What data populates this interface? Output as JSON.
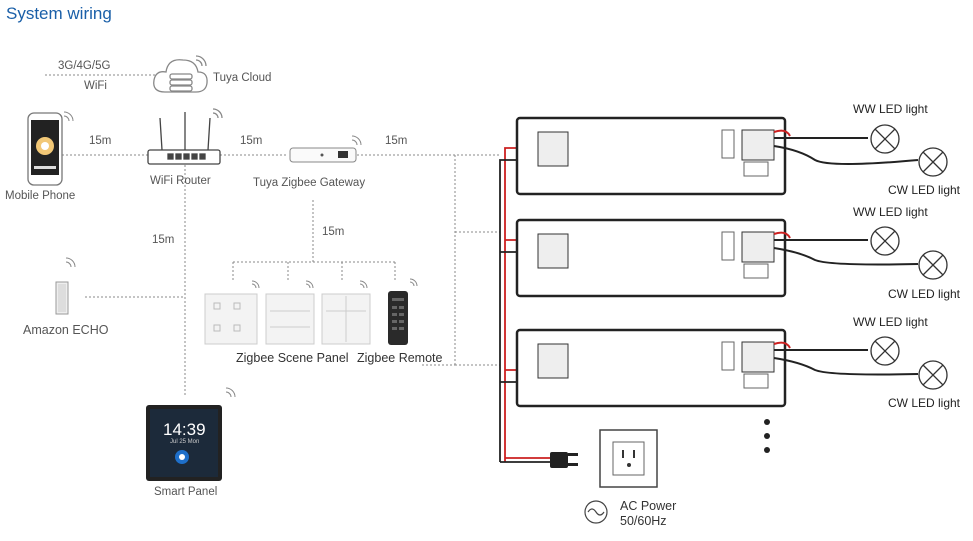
{
  "title": "System wiring",
  "labels": {
    "network": "3G/4G/5G",
    "wifi": "WiFi",
    "cloud": "Tuya Cloud",
    "phone": "Mobile Phone",
    "router": "WiFi Router",
    "gateway": "Tuya Zigbee Gateway",
    "echo": "Amazon ECHO",
    "scene_panel": "Zigbee Scene Panel",
    "remote": "Zigbee Remote",
    "smart_panel": "Smart Panel",
    "ac_power_line1": "AC Power",
    "ac_power_line2": "50/60Hz",
    "ww_light": "WW LED light",
    "cw_light": "CW LED light"
  },
  "distances": {
    "phone_router": "15m",
    "router_gateway": "15m",
    "gateway_drivers": "15m",
    "gateway_panels": "15m",
    "router_panel": "15m"
  },
  "smart_panel_screen": {
    "time": "14:39",
    "date": "Jul 25 Mon"
  },
  "colors": {
    "title": "#1a5fa8",
    "live_wire": "#cc2020",
    "neutral_wire": "#222222"
  }
}
